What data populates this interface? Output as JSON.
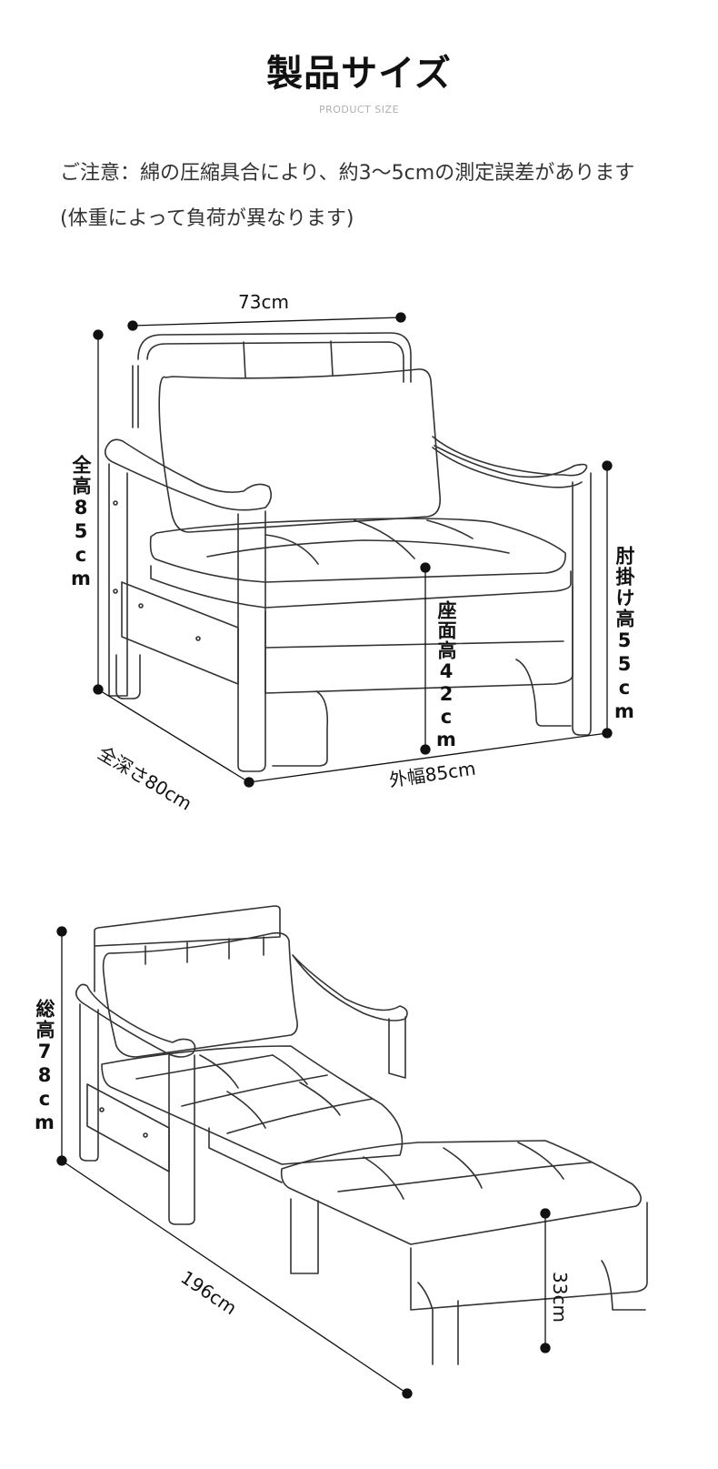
{
  "header": {
    "title": "製品サイズ",
    "subtitle": "PRODUCT SIZE"
  },
  "notice": {
    "line1": "ご注意：綿の圧縮具合により、約3〜5cmの測定誤差があります",
    "line2": "(体重によって負荷が異なります)"
  },
  "sofa_diagram": {
    "width_label": "73cm",
    "total_height_label": "全高85cm",
    "armrest_height_label": "肘掛け高55cm",
    "seat_height_label": "座面高42cm",
    "depth_label": "全深さ80cm",
    "outer_width_label": "外幅85cm"
  },
  "bed_diagram": {
    "total_height_label": "総高78cm",
    "length_label": "196cm",
    "bed_height_label": "33cm"
  }
}
